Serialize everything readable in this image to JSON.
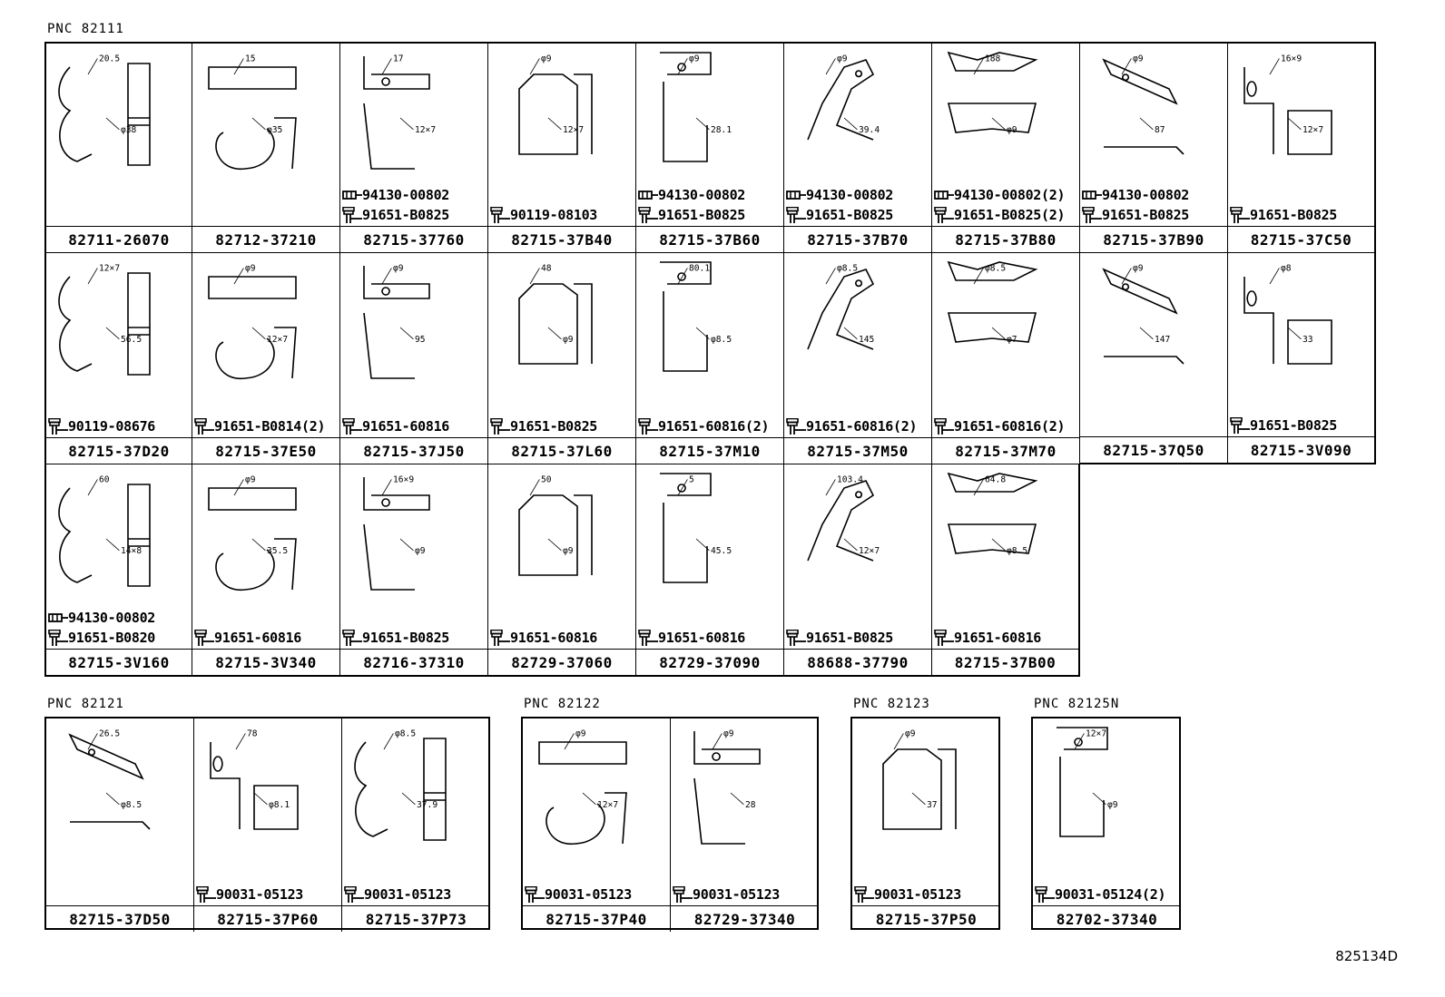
{
  "groups": [
    {
      "pnc": "PNC 82111",
      "cells": [
        {
          "part": "82711-26070",
          "fasteners": [],
          "dims": [
            "20.5",
            "φ38"
          ]
        },
        {
          "part": "82712-37210",
          "fasteners": [],
          "dims": [
            "15",
            "φ35"
          ]
        },
        {
          "part": "82715-37760",
          "fasteners": [
            {
              "type": "nut",
              "pn": "94130-00802"
            },
            {
              "type": "bolt",
              "pn": "91651-B0825"
            }
          ],
          "dims": [
            "17",
            "12×7"
          ]
        },
        {
          "part": "82715-37B40",
          "fasteners": [
            {
              "type": "bolt",
              "pn": "90119-08103"
            }
          ],
          "dims": [
            "φ9",
            "12×7"
          ]
        },
        {
          "part": "82715-37B60",
          "fasteners": [
            {
              "type": "nut",
              "pn": "94130-00802"
            },
            {
              "type": "bolt",
              "pn": "91651-B0825"
            }
          ],
          "dims": [
            "φ9",
            "28.1"
          ]
        },
        {
          "part": "82715-37B70",
          "fasteners": [
            {
              "type": "nut",
              "pn": "94130-00802"
            },
            {
              "type": "bolt",
              "pn": "91651-B0825"
            }
          ],
          "dims": [
            "φ9",
            "39.4"
          ]
        },
        {
          "part": "82715-37B80",
          "fasteners": [
            {
              "type": "nut",
              "pn": "94130-00802(2)"
            },
            {
              "type": "bolt",
              "pn": "91651-B0825(2)"
            }
          ],
          "dims": [
            "188",
            "φ9"
          ]
        },
        {
          "part": "82715-37B90",
          "fasteners": [
            {
              "type": "nut",
              "pn": "94130-00802"
            },
            {
              "type": "bolt",
              "pn": "91651-B0825"
            }
          ],
          "dims": [
            "φ9",
            "87"
          ]
        },
        {
          "part": "82715-37C50",
          "fasteners": [
            {
              "type": "bolt",
              "pn": "91651-B0825"
            }
          ],
          "dims": [
            "16×9",
            "12×7"
          ]
        },
        {
          "part": "82715-37D20",
          "fasteners": [
            {
              "type": "bolt",
              "pn": "90119-08676"
            }
          ],
          "dims": [
            "12×7",
            "56.5"
          ]
        },
        {
          "part": "82715-37E50",
          "fasteners": [
            {
              "type": "bolt",
              "pn": "91651-B0814(2)"
            }
          ],
          "dims": [
            "φ9",
            "12×7"
          ]
        },
        {
          "part": "82715-37J50",
          "fasteners": [
            {
              "type": "bolt",
              "pn": "91651-60816"
            }
          ],
          "dims": [
            "φ9",
            "95"
          ]
        },
        {
          "part": "82715-37L60",
          "fasteners": [
            {
              "type": "bolt",
              "pn": "91651-B0825"
            }
          ],
          "dims": [
            "48",
            "φ9"
          ]
        },
        {
          "part": "82715-37M10",
          "fasteners": [
            {
              "type": "bolt",
              "pn": "91651-60816(2)"
            }
          ],
          "dims": [
            "80.1",
            "φ8.5"
          ]
        },
        {
          "part": "82715-37M50",
          "fasteners": [
            {
              "type": "bolt",
              "pn": "91651-60816(2)"
            }
          ],
          "dims": [
            "φ8.5",
            "145"
          ]
        },
        {
          "part": "82715-37M70",
          "fasteners": [
            {
              "type": "bolt",
              "pn": "91651-60816(2)"
            }
          ],
          "dims": [
            "φ8.5",
            "φ7"
          ]
        },
        {
          "part": "82715-37Q50",
          "fasteners": [],
          "dims": [
            "φ9",
            "147"
          ]
        },
        {
          "part": "82715-3V090",
          "fasteners": [
            {
              "type": "bolt",
              "pn": "91651-B0825"
            }
          ],
          "dims": [
            "φ8",
            "33"
          ]
        },
        {
          "part": "82715-3V160",
          "fasteners": [
            {
              "type": "nut",
              "pn": "94130-00802"
            },
            {
              "type": "bolt",
              "pn": "91651-B0820"
            }
          ],
          "dims": [
            "60",
            "14×8"
          ]
        },
        {
          "part": "82715-3V340",
          "fasteners": [
            {
              "type": "bolt",
              "pn": "91651-60816"
            }
          ],
          "dims": [
            "φ9",
            "35.5"
          ]
        },
        {
          "part": "82716-37310",
          "fasteners": [
            {
              "type": "bolt",
              "pn": "91651-B0825"
            }
          ],
          "dims": [
            "16×9",
            "φ9"
          ]
        },
        {
          "part": "82729-37060",
          "fasteners": [
            {
              "type": "bolt",
              "pn": "91651-60816"
            }
          ],
          "dims": [
            "50",
            "φ9"
          ]
        },
        {
          "part": "82729-37090",
          "fasteners": [
            {
              "type": "bolt",
              "pn": "91651-60816"
            }
          ],
          "dims": [
            "5",
            "45.5"
          ]
        },
        {
          "part": "88688-37790",
          "fasteners": [
            {
              "type": "bolt",
              "pn": "91651-B0825"
            }
          ],
          "dims": [
            "103.4",
            "12×7"
          ]
        },
        {
          "part": "82715-37B00",
          "fasteners": [
            {
              "type": "bolt",
              "pn": "91651-60816"
            }
          ],
          "dims": [
            "64.8",
            "φ8.5"
          ]
        }
      ]
    },
    {
      "pnc": "PNC 82121",
      "cells": [
        {
          "part": "82715-37D50",
          "fasteners": [],
          "dims": [
            "26.5",
            "φ8.5"
          ]
        },
        {
          "part": "82715-37P60",
          "fasteners": [
            {
              "type": "bolt",
              "pn": "90031-05123"
            }
          ],
          "dims": [
            "78",
            "φ8.1"
          ]
        },
        {
          "part": "82715-37P73",
          "fasteners": [
            {
              "type": "bolt",
              "pn": "90031-05123"
            }
          ],
          "dims": [
            "φ8.5",
            "37.9"
          ]
        }
      ]
    },
    {
      "pnc": "PNC 82122",
      "cells": [
        {
          "part": "82715-37P40",
          "fasteners": [
            {
              "type": "bolt",
              "pn": "90031-05123"
            }
          ],
          "dims": [
            "φ9",
            "12×7"
          ]
        },
        {
          "part": "82729-37340",
          "fasteners": [
            {
              "type": "bolt",
              "pn": "90031-05123"
            }
          ],
          "dims": [
            "φ9",
            "28"
          ]
        }
      ]
    },
    {
      "pnc": "PNC 82123",
      "cells": [
        {
          "part": "82715-37P50",
          "fasteners": [
            {
              "type": "bolt",
              "pn": "90031-05123"
            }
          ],
          "dims": [
            "φ9",
            "37"
          ]
        }
      ]
    },
    {
      "pnc": "PNC 82125N",
      "cells": [
        {
          "part": "82702-37340",
          "fasteners": [
            {
              "type": "bolt",
              "pn": "90031-05124(2)"
            }
          ],
          "dims": [
            "12×7",
            "φ9"
          ]
        }
      ]
    }
  ],
  "doc_id": "825134D",
  "colors": {
    "ink": "#000000",
    "paper": "#ffffff"
  }
}
